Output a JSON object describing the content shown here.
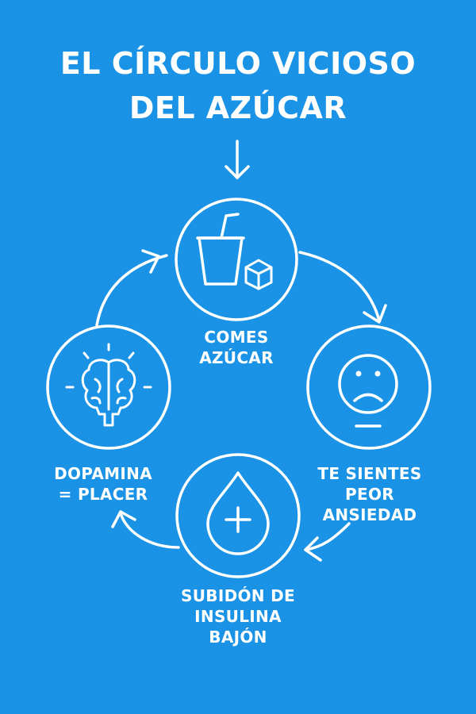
{
  "title": {
    "line1": "EL CÍRCULO VICIOSO",
    "line2": "DEL AZÚCAR"
  },
  "colors": {
    "background": "#1a93e6",
    "foreground": "#ffffff"
  },
  "steps": [
    {
      "icon": "drink-cup-sugar-cube-icon",
      "lines": [
        "COMES",
        "AZÚCAR"
      ]
    },
    {
      "icon": "sad-face-icon",
      "lines": [
        "TE SIENTES",
        "PEOR",
        "ANSIEDAD"
      ]
    },
    {
      "icon": "insulin-drop-icon",
      "lines": [
        "SUBIDÓN DE",
        "INSULINA",
        "BAJÓN"
      ]
    },
    {
      "icon": "brain-icon",
      "lines": [
        "DOPAMINA",
        "= PLACER"
      ]
    }
  ]
}
